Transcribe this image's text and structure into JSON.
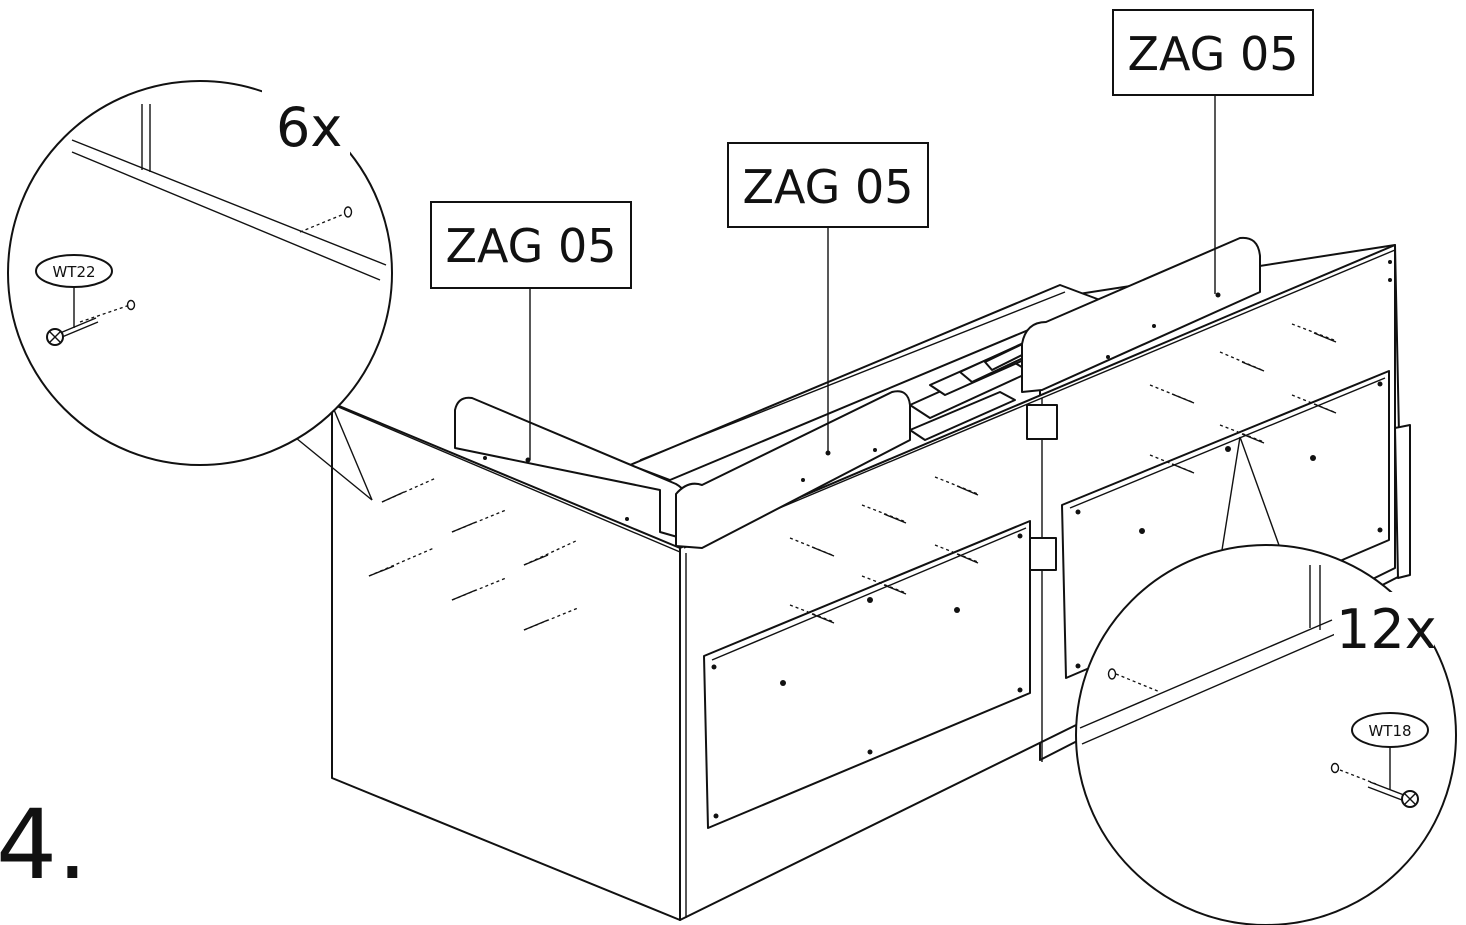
{
  "step_number": "4.",
  "labels": {
    "zag_left": "ZAG 05",
    "zag_middle": "ZAG 05",
    "zag_right": "ZAG 05"
  },
  "detail_left": {
    "count": "6x",
    "part_code": "WT22"
  },
  "detail_right": {
    "count": "12x",
    "part_code": "WT18"
  }
}
